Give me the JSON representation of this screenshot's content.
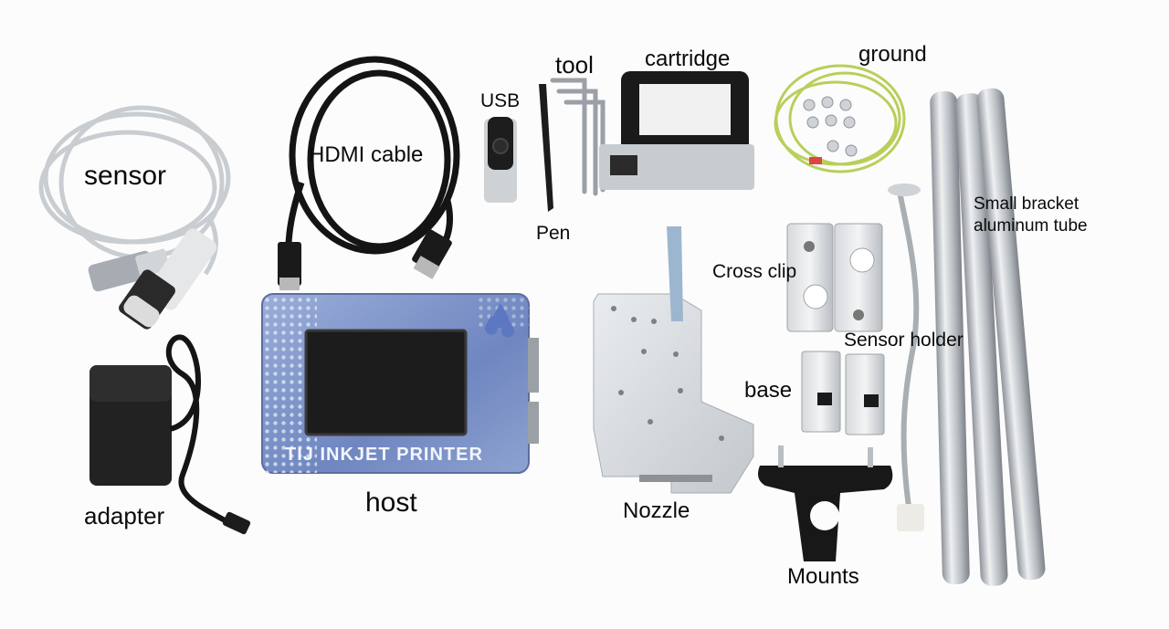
{
  "labels": {
    "sensor": "sensor",
    "hdmi_cable": "HDMI cable",
    "usb": "USB",
    "tool": "tool",
    "pen": "Pen",
    "cartridge": "cartridge",
    "ground": "ground",
    "small_bracket_line1": "Small bracket",
    "small_bracket_line2": "aluminum tube",
    "cross_clip": "Cross clip",
    "sensor_holder": "Sensor holder",
    "base": "base",
    "adapter": "adapter",
    "host": "host",
    "nozzle": "Nozzle",
    "mounts": "Mounts"
  },
  "host_screen": {
    "brand_text": "TIJ INKJET PRINTER"
  },
  "colors": {
    "background": "#fcfcfc",
    "host_body": "#7f95c8",
    "host_screen": "#1c1c1c",
    "cable_black": "#141414",
    "cable_grey": "#c9cdd1",
    "ground_wire": "#b8cf5a",
    "aluminum": "#c8ccd0",
    "plastic_black": "#1a1a1a"
  }
}
